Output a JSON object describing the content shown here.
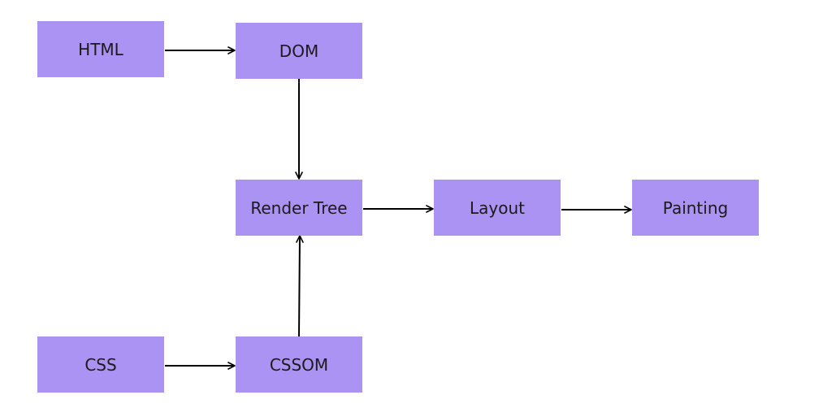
{
  "colors": {
    "node_fill": "#aa93f2",
    "edge": "#000000",
    "label": "#1b1b1b",
    "background": "#ffffff"
  },
  "nodes": {
    "html": "HTML",
    "dom": "DOM",
    "render_tree": "Render Tree",
    "layout": "Layout",
    "painting": "Painting",
    "css": "CSS",
    "cssom": "CSSOM"
  },
  "edges": [
    {
      "from": "html",
      "to": "dom"
    },
    {
      "from": "dom",
      "to": "render_tree"
    },
    {
      "from": "css",
      "to": "cssom"
    },
    {
      "from": "cssom",
      "to": "render_tree"
    },
    {
      "from": "render_tree",
      "to": "layout"
    },
    {
      "from": "layout",
      "to": "painting"
    }
  ]
}
